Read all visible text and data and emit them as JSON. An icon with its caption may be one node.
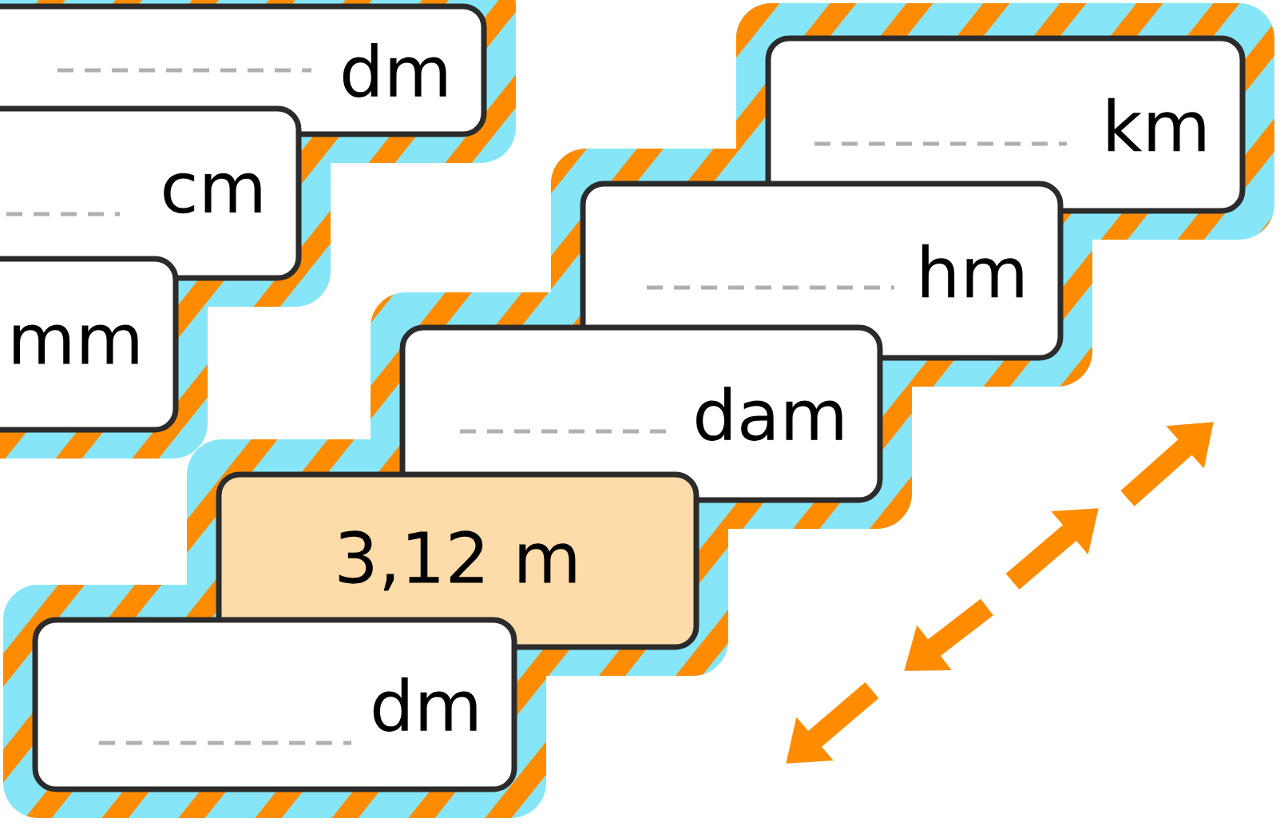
{
  "diagram": {
    "nodes": [
      {
        "text": [
          "dm"
        ]
      },
      {
        "text": [
          "cm"
        ]
      },
      {
        "text": [
          "mm"
        ]
      },
      {
        "text": [
          "km"
        ]
      },
      {
        "text": [
          "hm"
        ]
      },
      {
        "text": [
          "dam"
        ]
      },
      {
        "text": [
          "3,12 m"
        ]
      },
      {
        "text": [
          "dm"
        ]
      }
    ]
  }
}
